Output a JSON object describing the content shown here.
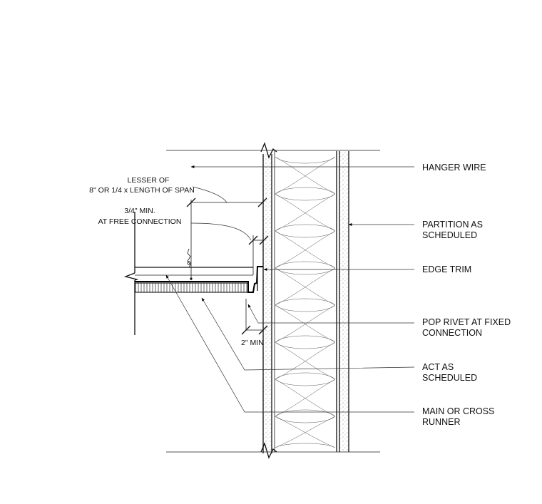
{
  "callouts": {
    "hanger_wire": "HANGER WIRE",
    "partition_line1": "PARTITION AS",
    "partition_line2": "SCHEDULED",
    "edge_trim": "EDGE TRIM",
    "pop_rivet_line1": "POP RIVET AT FIXED",
    "pop_rivet_line2": "CONNECTION",
    "act_line1": "ACT AS",
    "act_line2": "SCHEDULED",
    "runner_line1": "MAIN OR CROSS",
    "runner_line2": "RUNNER"
  },
  "dimensions": {
    "lesser_line1": "LESSER OF",
    "lesser_line2": "8\" OR 1/4 x LENGTH OF SPAN",
    "free_line1": "3/4\" MIN.",
    "free_line2": "AT FREE CONNECTION",
    "two_min": "2\" MIN"
  }
}
